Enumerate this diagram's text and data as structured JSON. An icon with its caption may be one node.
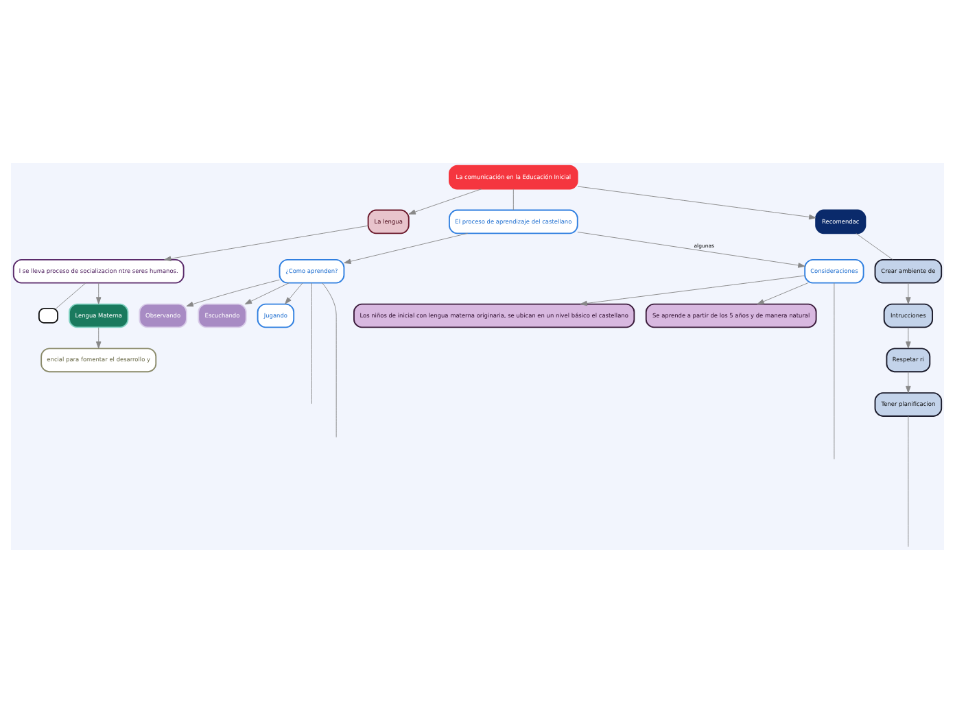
{
  "diagram": {
    "nodes": [
      {
        "text": [
          "La comunicación en la Educación Inicial"
        ]
      },
      {
        "text": [
          "La lengua"
        ]
      },
      {
        "text": [
          "El proceso de aprendizaje del castellano"
        ]
      },
      {
        "text": [
          "Recomendac"
        ]
      },
      {
        "text": [
          "l se lleva proceso de socializacion ntre seres humanos."
        ]
      },
      {
        "text": [],
        "shape": "box"
      },
      {
        "text": [
          "Lengua Materna"
        ]
      },
      {
        "text": [
          "encial para fomentar el desarrollo y"
        ]
      },
      {
        "text": [
          "¿Como aprenden?"
        ]
      },
      {
        "text": [
          "Consideraciones"
        ]
      },
      {
        "text": [
          "Observando"
        ]
      },
      {
        "text": [
          "Escuchando"
        ]
      },
      {
        "text": [
          "Jugando"
        ]
      },
      {
        "text": [
          "Los niños de inicial con lengua materna originaria, se ubican en un nivel básico el castellano"
        ]
      },
      {
        "text": [
          "Se aprende a partir de los 5 años y de manera natural"
        ]
      },
      {
        "text": [
          "Crear ambiente de"
        ]
      },
      {
        "text": [
          "Intrucciones"
        ]
      },
      {
        "text": [
          "Respetar ri"
        ]
      },
      {
        "text": [
          "Tener planificacion"
        ]
      }
    ],
    "edges": [
      {
        "from": 0,
        "to": 1,
        "arrow": "to"
      },
      {
        "from": 0,
        "to": 2,
        "arrow": "none"
      },
      {
        "from": 0,
        "to": 3,
        "arrow": "to"
      },
      {
        "from": 1,
        "to": 4,
        "arrow": "to"
      },
      {
        "from": 4,
        "to": 5,
        "arrow": "none"
      },
      {
        "from": 4,
        "to": 6,
        "arrow": "to"
      },
      {
        "from": 6,
        "to": 7,
        "arrow": "to"
      },
      {
        "from": 2,
        "to": 8,
        "arrow": "to"
      },
      {
        "from": 2,
        "to": 9,
        "arrow": "to",
        "label": "algunas"
      },
      {
        "from": 8,
        "to": 10,
        "arrow": "to"
      },
      {
        "from": 8,
        "to": 11,
        "arrow": "to"
      },
      {
        "from": 8,
        "to": 12,
        "arrow": "to"
      },
      {
        "from": 8,
        "to": null,
        "arrow": "none"
      },
      {
        "from": 8,
        "to": null,
        "arrow": "none"
      },
      {
        "from": 9,
        "to": 13,
        "arrow": "to"
      },
      {
        "from": 9,
        "to": 14,
        "arrow": "to"
      },
      {
        "from": 9,
        "to": null,
        "arrow": "none"
      },
      {
        "from": 3,
        "to": 15,
        "arrow": "none"
      },
      {
        "from": 15,
        "to": 16,
        "arrow": "to"
      },
      {
        "from": 16,
        "to": 17,
        "arrow": "to"
      },
      {
        "from": 17,
        "to": 18,
        "arrow": "to"
      },
      {
        "from": 18,
        "to": null,
        "arrow": "none"
      }
    ]
  }
}
